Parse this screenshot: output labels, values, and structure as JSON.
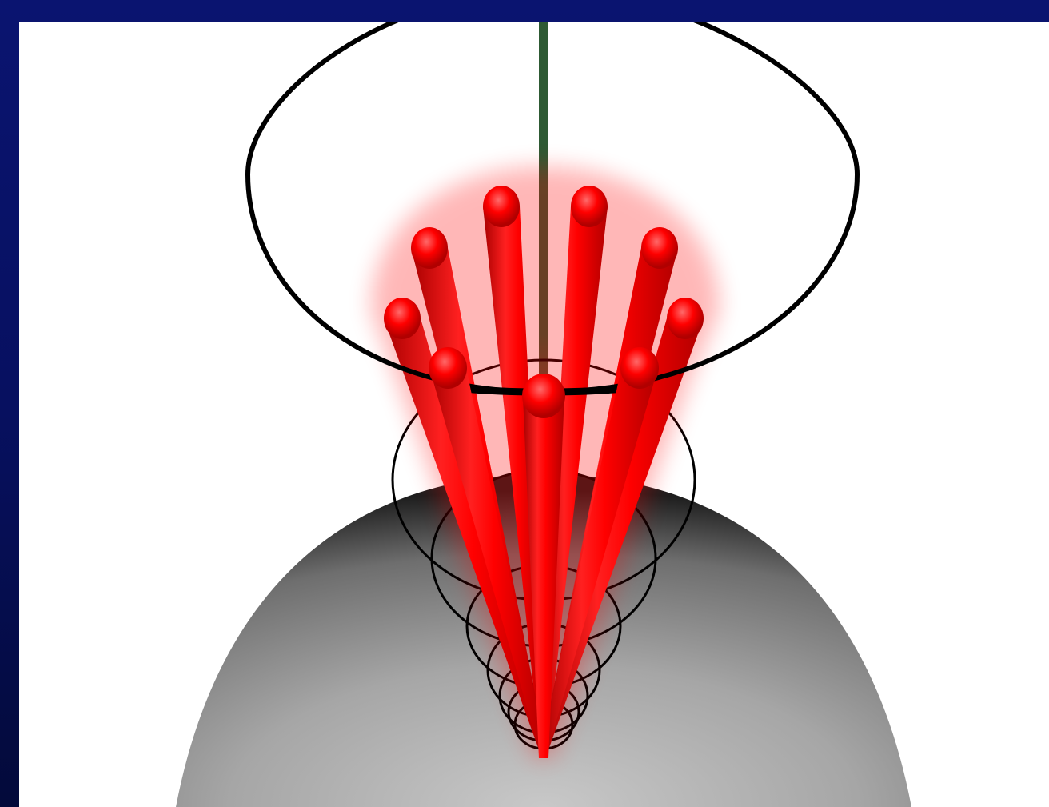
{
  "scene": {
    "colors": {
      "frame_top": "#0a1470",
      "frame_bottom": "#030a3a",
      "canvas": "#ffffff",
      "rods": "#ff0000",
      "rod_glow": "#ff0000",
      "axis": "#2e5a34",
      "rings": "#000000",
      "sphere_light": "#c0c0c0",
      "sphere_dark": "#1a1a1a"
    },
    "objects": [
      "gray-sphere",
      "vertical-axis",
      "red-rod-cone",
      "precession-rings"
    ],
    "rod_count": 9,
    "ring_count": 8
  }
}
